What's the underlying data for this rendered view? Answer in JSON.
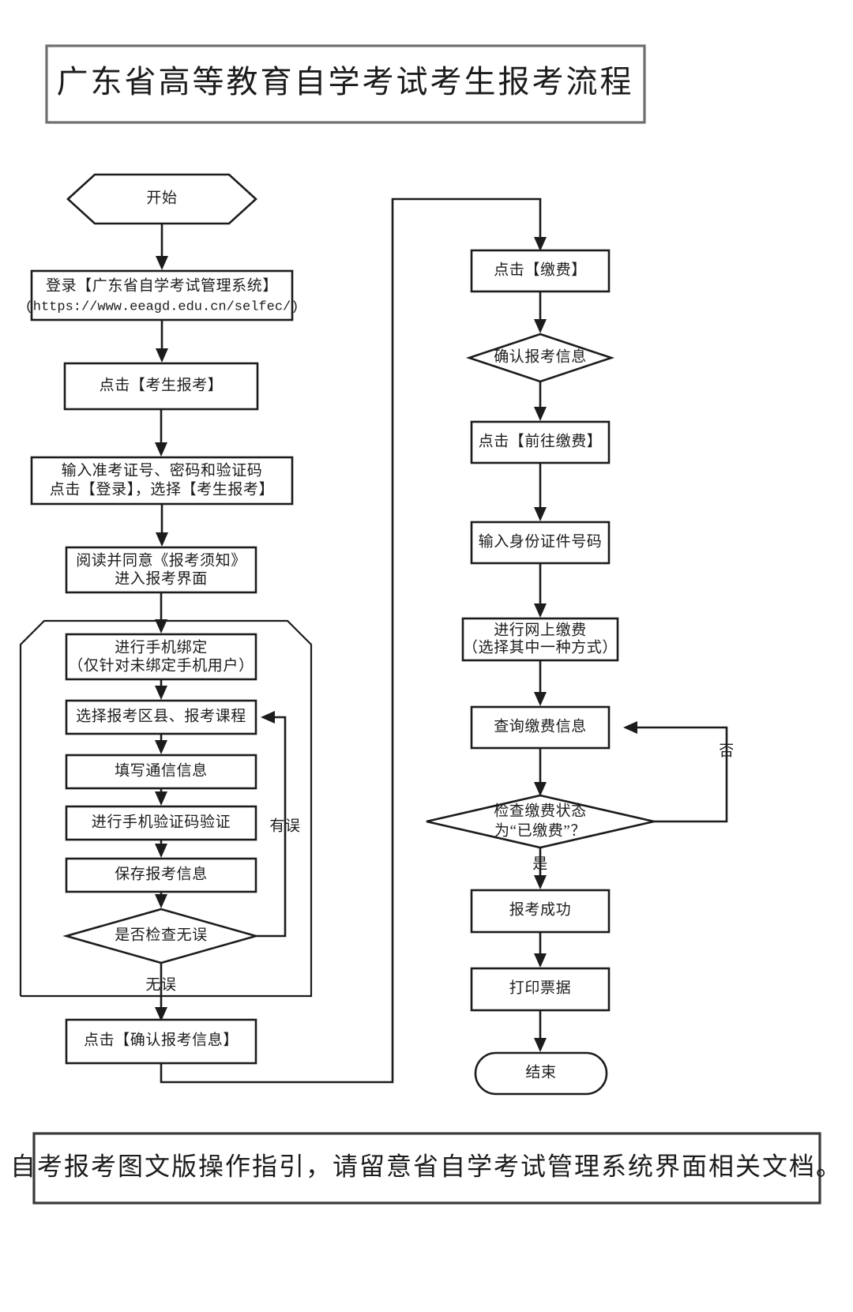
{
  "document": {
    "title": "广东省高等教育自学考试考生报考流程",
    "footer_note": "自考报考图文版操作指引，请留意省自学考试管理系统界面相关文档。"
  },
  "chart_data": {
    "type": "diagram",
    "title": "广东省高等教育自学考试考生报考流程",
    "diagram_kind": "flowchart",
    "orientation": "two-column, top-to-bottom, left column flows into right column",
    "nodes": [
      {
        "id": "start",
        "shape": "hexagon",
        "column": "left",
        "label": "开始"
      },
      {
        "id": "login",
        "shape": "process",
        "column": "left",
        "label_line1": "登录【广东省自学考试管理系统】",
        "label_line2": "(https://www.eeagd.edu.cn/selfec/)"
      },
      {
        "id": "click_apply",
        "shape": "process",
        "column": "left",
        "label": "点击【考生报考】"
      },
      {
        "id": "enter_creds",
        "shape": "process",
        "column": "left",
        "label_line1": "输入准考证号、密码和验证码",
        "label_line2": "点击【登录】，选择【考生报考】"
      },
      {
        "id": "read_notice",
        "shape": "process",
        "column": "left",
        "label_line1": "阅读并同意《报考须知》",
        "label_line2": "进入报考界面"
      },
      {
        "id": "bind_phone",
        "shape": "process",
        "column": "left",
        "label_line1": "进行手机绑定",
        "label_line2": "（仅针对未绑定手机用户）"
      },
      {
        "id": "select_course",
        "shape": "process",
        "column": "left",
        "label": "选择报考区县、报考课程"
      },
      {
        "id": "fill_contact",
        "shape": "process",
        "column": "left",
        "label": "填写通信信息"
      },
      {
        "id": "verify_sms",
        "shape": "process",
        "column": "left",
        "label": "进行手机验证码验证"
      },
      {
        "id": "save_info",
        "shape": "process",
        "column": "left",
        "label": "保存报考信息"
      },
      {
        "id": "check_ok",
        "shape": "decision",
        "column": "left",
        "label": "是否检查无误"
      },
      {
        "id": "confirm_info",
        "shape": "process",
        "column": "left",
        "label": "点击【确认报考信息】"
      },
      {
        "id": "click_pay",
        "shape": "process",
        "column": "right",
        "label": "点击【缴费】"
      },
      {
        "id": "confirm_apply",
        "shape": "decision",
        "column": "right",
        "label": "确认报考信息"
      },
      {
        "id": "goto_pay",
        "shape": "process",
        "column": "right",
        "label": "点击【前往缴费】"
      },
      {
        "id": "enter_id",
        "shape": "process",
        "column": "right",
        "label": "输入身份证件号码"
      },
      {
        "id": "online_pay",
        "shape": "process",
        "column": "right",
        "label_line1": "进行网上缴费",
        "label_line2": "（选择其中一种方式）"
      },
      {
        "id": "query_pay",
        "shape": "process",
        "column": "right",
        "label": "查询缴费信息"
      },
      {
        "id": "check_paid",
        "shape": "decision",
        "column": "right",
        "label_line1": "检查缴费状态",
        "label_line2": "为“已缴费”？"
      },
      {
        "id": "apply_success",
        "shape": "process",
        "column": "right",
        "label": "报考成功"
      },
      {
        "id": "print_receipt",
        "shape": "process",
        "column": "right",
        "label": "打印票据"
      },
      {
        "id": "end",
        "shape": "stadium",
        "column": "right",
        "label": "结束"
      }
    ],
    "edges": [
      {
        "from": "start",
        "to": "login",
        "label": ""
      },
      {
        "from": "login",
        "to": "click_apply",
        "label": ""
      },
      {
        "from": "click_apply",
        "to": "enter_creds",
        "label": ""
      },
      {
        "from": "enter_creds",
        "to": "read_notice",
        "label": ""
      },
      {
        "from": "read_notice",
        "to": "bind_phone",
        "label": ""
      },
      {
        "from": "bind_phone",
        "to": "select_course",
        "label": ""
      },
      {
        "from": "select_course",
        "to": "fill_contact",
        "label": ""
      },
      {
        "from": "fill_contact",
        "to": "verify_sms",
        "label": ""
      },
      {
        "from": "verify_sms",
        "to": "save_info",
        "label": ""
      },
      {
        "from": "save_info",
        "to": "check_ok",
        "label": ""
      },
      {
        "from": "check_ok",
        "to": "select_course",
        "label": "有误"
      },
      {
        "from": "check_ok",
        "to": "confirm_info",
        "label": "无误"
      },
      {
        "from": "confirm_info",
        "to": "click_pay",
        "label": ""
      },
      {
        "from": "click_pay",
        "to": "confirm_apply",
        "label": ""
      },
      {
        "from": "confirm_apply",
        "to": "goto_pay",
        "label": ""
      },
      {
        "from": "goto_pay",
        "to": "enter_id",
        "label": ""
      },
      {
        "from": "enter_id",
        "to": "online_pay",
        "label": ""
      },
      {
        "from": "online_pay",
        "to": "query_pay",
        "label": ""
      },
      {
        "from": "query_pay",
        "to": "check_paid",
        "label": ""
      },
      {
        "from": "check_paid",
        "to": "query_pay",
        "label": "否"
      },
      {
        "from": "check_paid",
        "to": "apply_success",
        "label": "是"
      },
      {
        "from": "apply_success",
        "to": "print_receipt",
        "label": ""
      },
      {
        "from": "print_receipt",
        "to": "end",
        "label": ""
      }
    ],
    "edge_labels": [
      "有误",
      "无误",
      "否",
      "是"
    ],
    "colors": {
      "stroke": "#1c1c1c",
      "fill": "#ffffff",
      "title_border": "#6f6f6f",
      "footer_border": "#3a3a3a"
    }
  }
}
